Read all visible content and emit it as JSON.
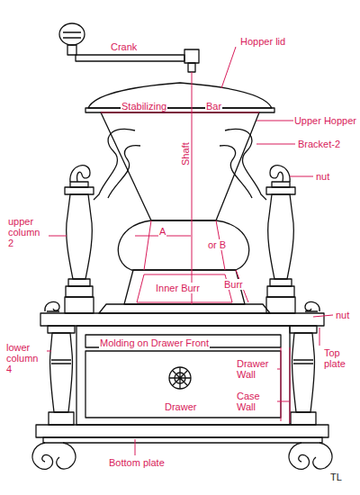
{
  "diagram": {
    "labels": [
      "Crank",
      "Hopper lid",
      "Stabilizing",
      "Bar",
      "Upper Hopper",
      "Bracket-2",
      "Shaft",
      "nut",
      "upper column 2",
      "A",
      "or B",
      "Inner Burr",
      "Burr",
      "nut",
      "Top plate",
      "lower column 4",
      "Molding on Drawer Front",
      "Drawer Wall",
      "Case Wall",
      "Drawer",
      "Bottom plate",
      "TL"
    ]
  }
}
